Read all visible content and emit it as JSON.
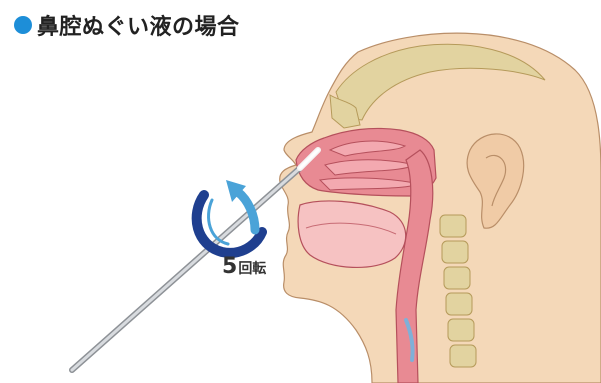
{
  "heading": {
    "text": "鼻腔ぬぐい液の場合",
    "bullet_color": "#1d8ed8"
  },
  "rotation": {
    "count": "5",
    "unit": "回転",
    "arrow_color": "#1f3f8f",
    "arrow_highlight": "#4aa3d8"
  },
  "illustration": {
    "skin_color": "#f4d8b8",
    "bone_color": "#e2d3a0",
    "mucosa_color": "#e88a93",
    "swab_color": "#c9ccd0"
  }
}
